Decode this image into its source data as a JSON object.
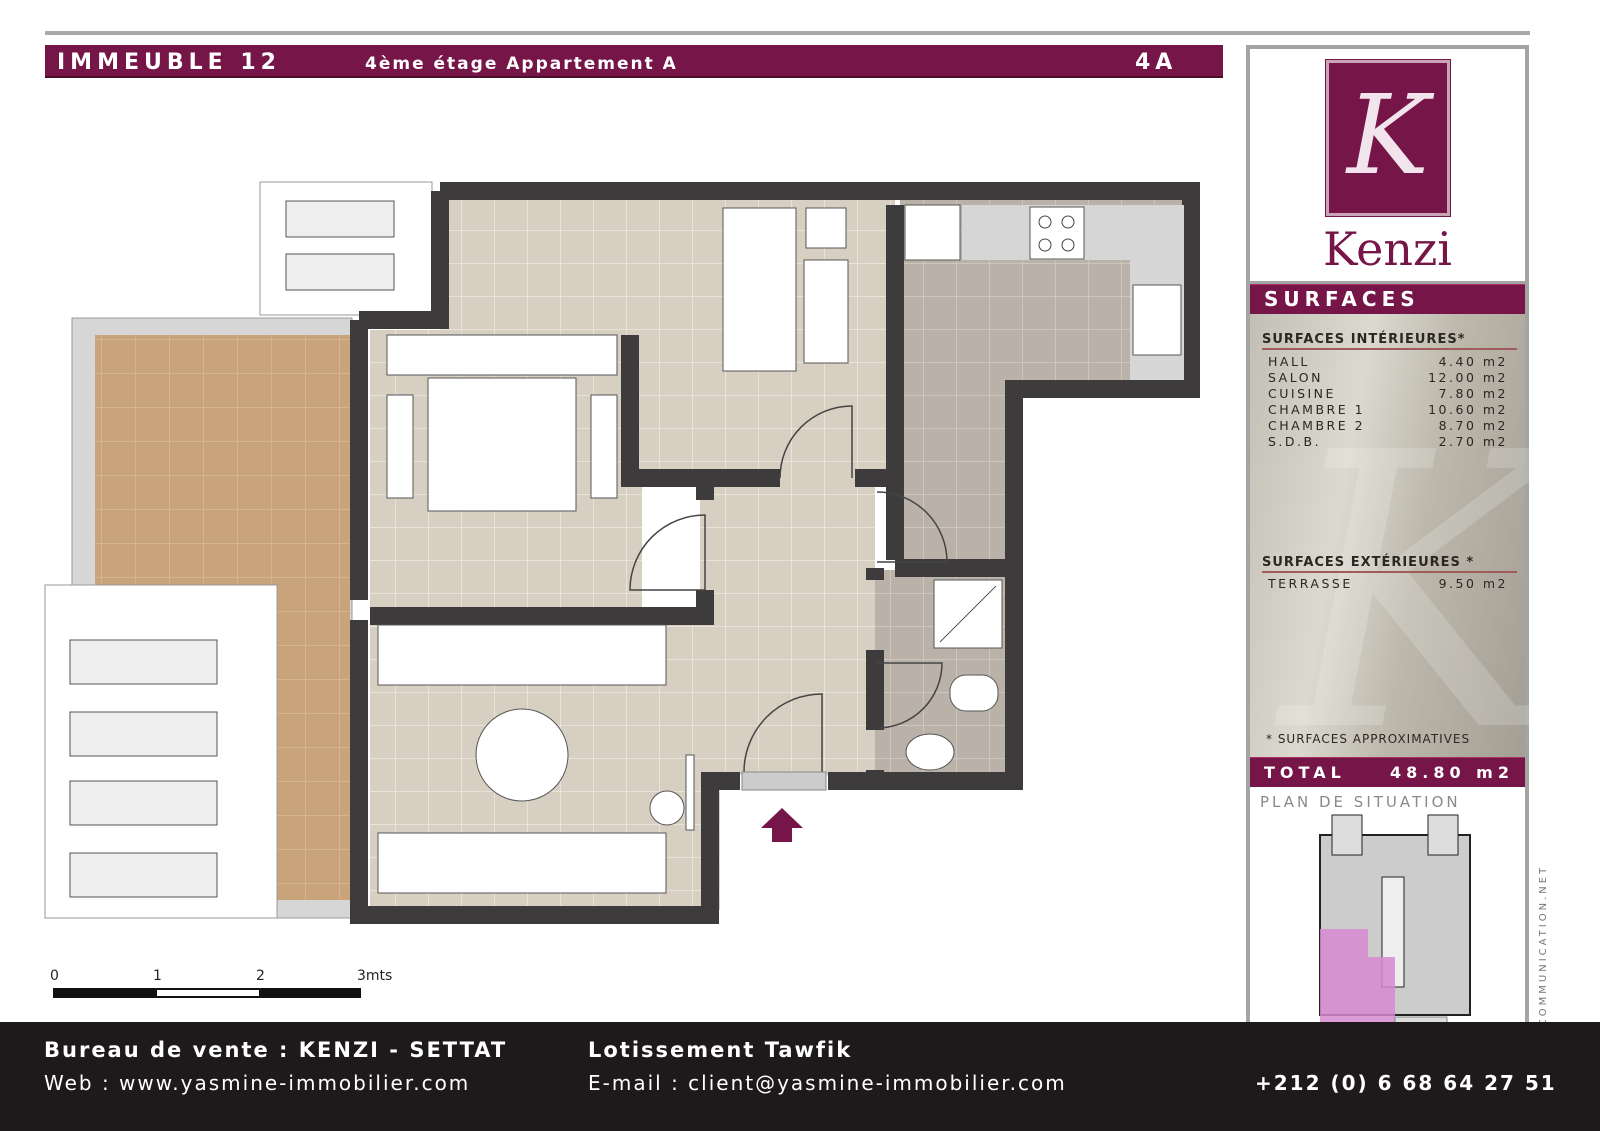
{
  "header": {
    "building": "IMMEUBLE 12",
    "subtitle": "4ème étage Appartement A",
    "unit": "4A"
  },
  "brand": {
    "logo_letter": "K",
    "name": "Kenzi",
    "color": "#761547"
  },
  "surfaces": {
    "title": "SURFACES",
    "interior_title": "SURFACES INTÉRIEURES*",
    "interior": [
      {
        "label": "HALL",
        "value": "4.40 m2"
      },
      {
        "label": "SALON",
        "value": "12.00 m2"
      },
      {
        "label": "CUISINE",
        "value": "7.80 m2"
      },
      {
        "label": "CHAMBRE 1",
        "value": "10.60 m2"
      },
      {
        "label": "CHAMBRE 2",
        "value": "8.70 m2"
      },
      {
        "label": "S.D.B.",
        "value": "2.70 m2"
      }
    ],
    "exterior_title": "SURFACES EXTÉRIEURES *",
    "exterior": [
      {
        "label": "TERRASSE",
        "value": "9.50 m2"
      }
    ],
    "note": "* SURFACES APPROXIMATIVES",
    "total_label": "TOTAL",
    "total_value": "48.80 m2"
  },
  "situation": {
    "title": "PLAN DE SITUATION"
  },
  "credit": "JETCOMMUNICATION.NET",
  "scale": {
    "labels": [
      "0",
      "1",
      "2",
      "3mts"
    ]
  },
  "footer": {
    "office": "Bureau de vente : KENZI - SETTAT",
    "web": "Web : www.yasmine-immobilier.com",
    "project": "Lotissement Tawfik",
    "email": "E-mail : client@yasmine-immobilier.com",
    "phone": "+212 (0) 6 68 64 27 51"
  }
}
